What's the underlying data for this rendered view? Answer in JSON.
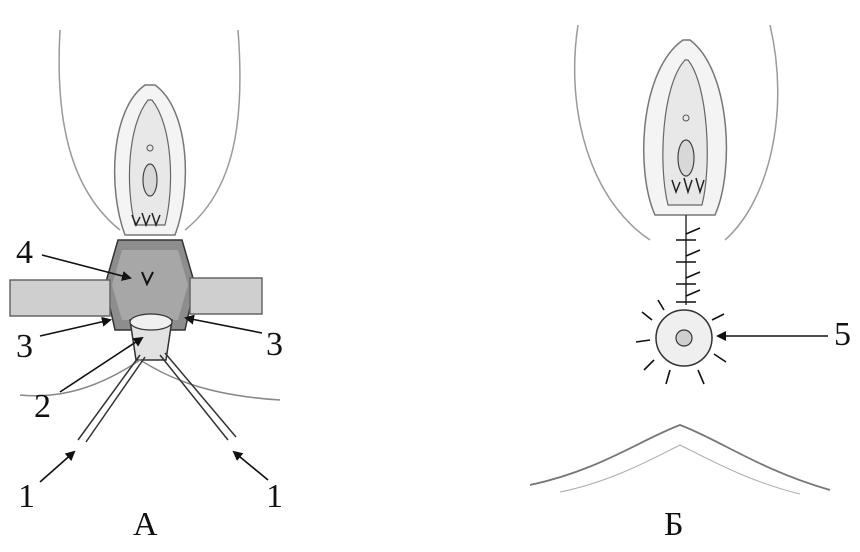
{
  "figure": {
    "panel_a": {
      "label": "А",
      "callouts": {
        "c1_left": "1",
        "c1_right": "1",
        "c2": "2",
        "c3_left": "3",
        "c3_right": "3",
        "c4": "4"
      }
    },
    "panel_b": {
      "label": "Б",
      "callouts": {
        "c5": "5"
      }
    },
    "colors": {
      "ink": "#111111",
      "tissue": "#8a8a8a",
      "shading": "#bdbdbd",
      "dark": "#3a3a3a"
    }
  }
}
